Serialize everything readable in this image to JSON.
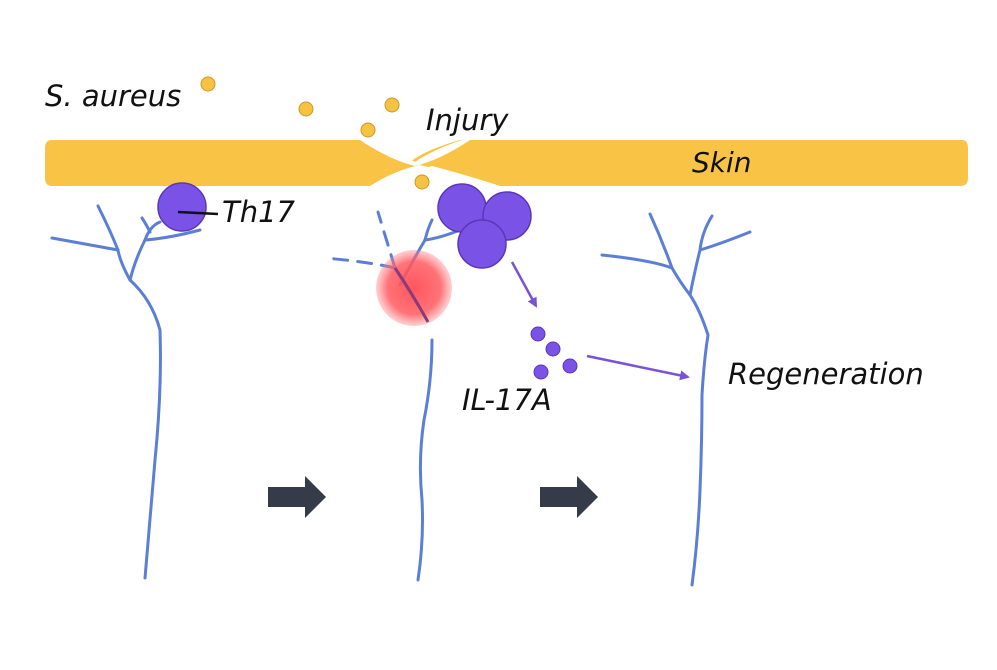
{
  "labels": {
    "bacteria": "S. aureus",
    "injury": "Injury",
    "skin": "Skin",
    "th17": "Th17",
    "cytokine": "IL-17A",
    "outcome": "Regeneration"
  },
  "colors": {
    "skin": "#f9c445",
    "bacteria": "#f5c242",
    "bacteria_stroke": "#c99a25",
    "nerve": "#5b7fd6",
    "cell": "#7b52e6",
    "cell_stroke": "#5a37b8",
    "damage": "#ff5a5f",
    "arrow": "#7a52d6",
    "step_arrow": "#353b48"
  },
  "icons": {
    "step_arrow_1": "right-arrow-icon",
    "step_arrow_2": "right-arrow-icon"
  }
}
